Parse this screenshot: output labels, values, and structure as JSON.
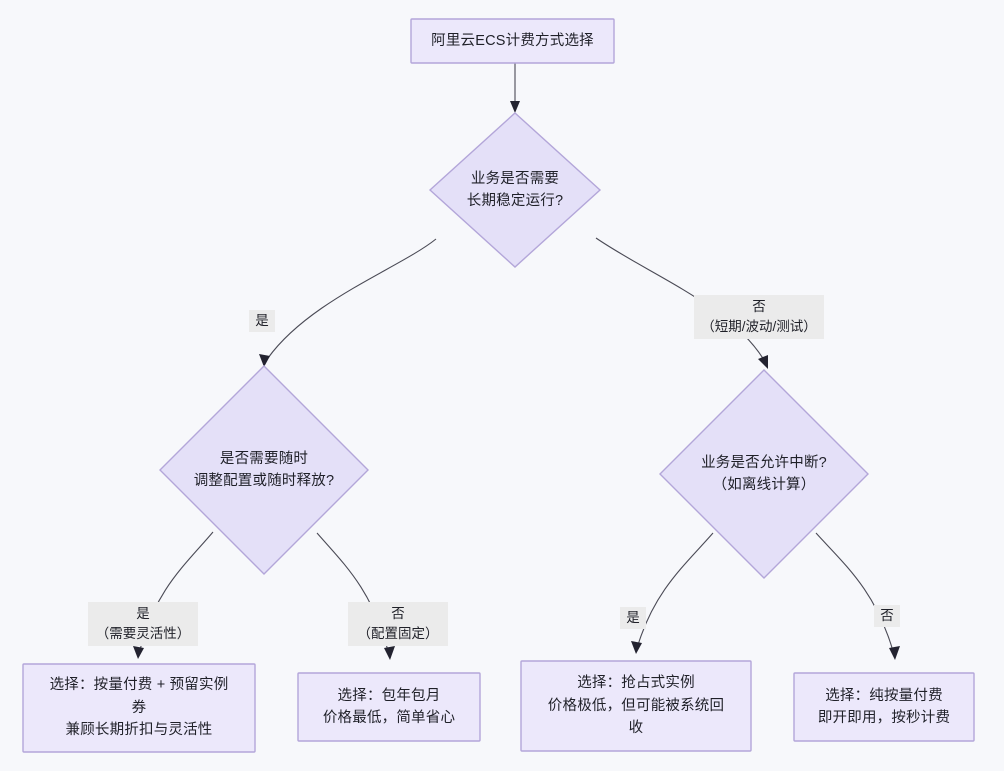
{
  "diagram": {
    "type": "flowchart",
    "direction": "top-down",
    "background_color": "#f7f8fb",
    "node_fill_color": "#ece8fb",
    "node_border_color": "#b3a6d9",
    "edge_color": "#4a4a55",
    "label_background_color": "#ebebeb",
    "text_color": "#1f2028",
    "nodes": [
      {
        "id": "start",
        "shape": "rect",
        "lines": [
          "阿里云ECS计费方式选择"
        ]
      },
      {
        "id": "decision-longterm",
        "shape": "diamond",
        "lines": [
          "业务是否需要",
          "长期稳定运行?"
        ]
      },
      {
        "id": "decision-flexible",
        "shape": "diamond",
        "lines": [
          "是否需要随时",
          "调整配置或随时释放?"
        ]
      },
      {
        "id": "decision-interrupt",
        "shape": "diamond",
        "lines": [
          "业务是否允许中断?",
          "（如离线计算）"
        ]
      },
      {
        "id": "result-payg-ri",
        "shape": "rect",
        "lines": [
          "选择：按量付费 + 预留实例",
          "券",
          "兼顾长期折扣与灵活性"
        ]
      },
      {
        "id": "result-subscription",
        "shape": "rect",
        "lines": [
          "选择：包年包月",
          "价格最低，简单省心"
        ]
      },
      {
        "id": "result-spot",
        "shape": "rect",
        "lines": [
          "选择：抢占式实例",
          "价格极低，但可能被系统回",
          "收"
        ]
      },
      {
        "id": "result-payg",
        "shape": "rect",
        "lines": [
          "选择：纯按量付费",
          "即开即用，按秒计费"
        ]
      }
    ],
    "edge_labels": [
      {
        "id": "label-longterm-yes",
        "lines": [
          "是"
        ]
      },
      {
        "id": "label-longterm-no",
        "lines": [
          "否",
          "（短期/波动/测试）"
        ]
      },
      {
        "id": "label-flexible-yes",
        "lines": [
          "是",
          "（需要灵活性）"
        ]
      },
      {
        "id": "label-flexible-no",
        "lines": [
          "否",
          "（配置固定）"
        ]
      },
      {
        "id": "label-interrupt-yes",
        "lines": [
          "是"
        ]
      },
      {
        "id": "label-interrupt-no",
        "lines": [
          "否"
        ]
      }
    ]
  }
}
